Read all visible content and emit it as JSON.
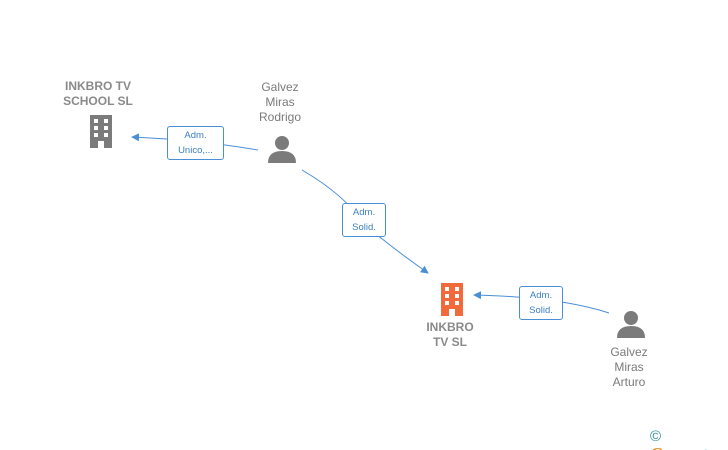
{
  "nodes": {
    "school": {
      "name": "INKBRO TV\nSCHOOL  SL",
      "color": "#7b7b7b"
    },
    "main": {
      "name": "INKBRO\nTV  SL",
      "color": "#f26a3b"
    },
    "rodrigo": {
      "name": "Galvez\nMiras\nRodrigo",
      "color": "#7b7b7b"
    },
    "arturo": {
      "name": "Galvez\nMiras\nArturo",
      "color": "#7b7b7b"
    }
  },
  "edges": {
    "rodrigo_school": "Adm.\nUnico,...",
    "rodrigo_main": "Adm.\nSolid.",
    "arturo_main": "Adm.\nSolid."
  },
  "colors": {
    "edge": "#4a8fd6",
    "edge_label_text": "#3b7fc4"
  },
  "brand": {
    "copyright": "©",
    "initial": "C",
    "rest": "mpresia"
  }
}
